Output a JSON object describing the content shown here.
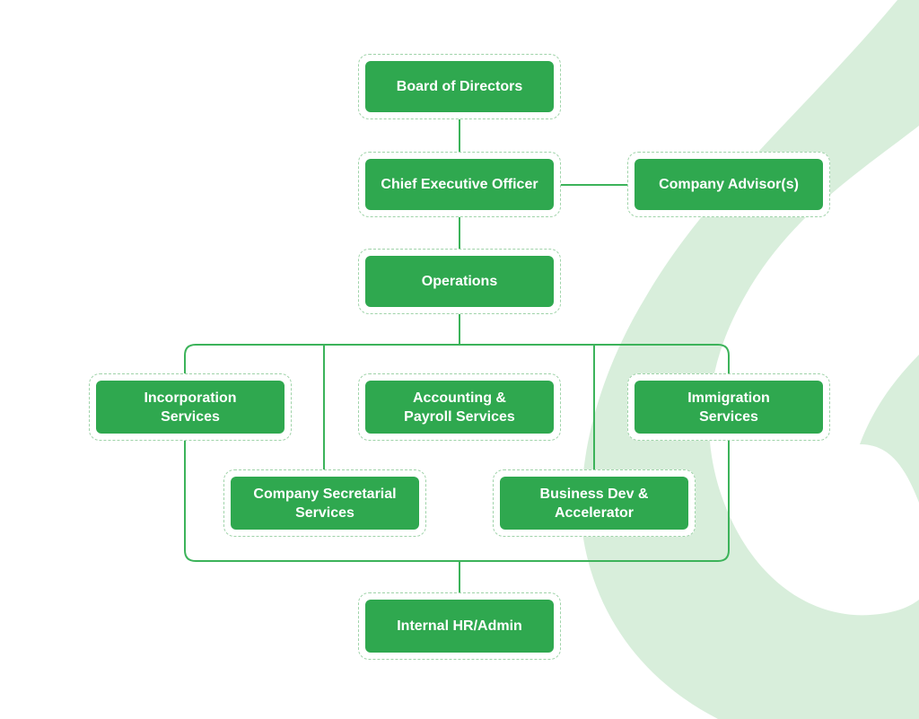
{
  "colors": {
    "node_fill": "#2fa84f",
    "node_text": "#ffffff",
    "connector": "#3cb35a",
    "dashed_outline": "#9fd3a9",
    "background_swirl": "#d8eedb",
    "background": "#ffffff"
  },
  "org_chart": {
    "nodes": {
      "board": {
        "label": "Board of Directors"
      },
      "ceo": {
        "label": "Chief Executive Officer"
      },
      "advisors": {
        "label": "Company Advisor(s)"
      },
      "operations": {
        "label": "Operations"
      },
      "incorporation": {
        "label": "Incorporation\nServices"
      },
      "accounting": {
        "label": "Accounting &\nPayroll Services"
      },
      "immigration": {
        "label": "Immigration\nServices"
      },
      "secretarial": {
        "label": "Company Secretarial\nServices"
      },
      "bizdev": {
        "label": "Business Dev &\nAccelerator"
      },
      "hr": {
        "label": "Internal HR/Admin"
      }
    },
    "relationships": [
      {
        "from": "Board of Directors",
        "to": "Chief Executive Officer"
      },
      {
        "from": "Chief Executive Officer",
        "to": "Company Advisor(s)"
      },
      {
        "from": "Chief Executive Officer",
        "to": "Operations"
      },
      {
        "from": "Operations",
        "to": "Incorporation Services"
      },
      {
        "from": "Operations",
        "to": "Company Secretarial Services"
      },
      {
        "from": "Operations",
        "to": "Accounting & Payroll Services"
      },
      {
        "from": "Operations",
        "to": "Business Dev & Accelerator"
      },
      {
        "from": "Operations",
        "to": "Immigration Services"
      },
      {
        "from": "Operations",
        "to": "Internal HR/Admin"
      }
    ]
  }
}
